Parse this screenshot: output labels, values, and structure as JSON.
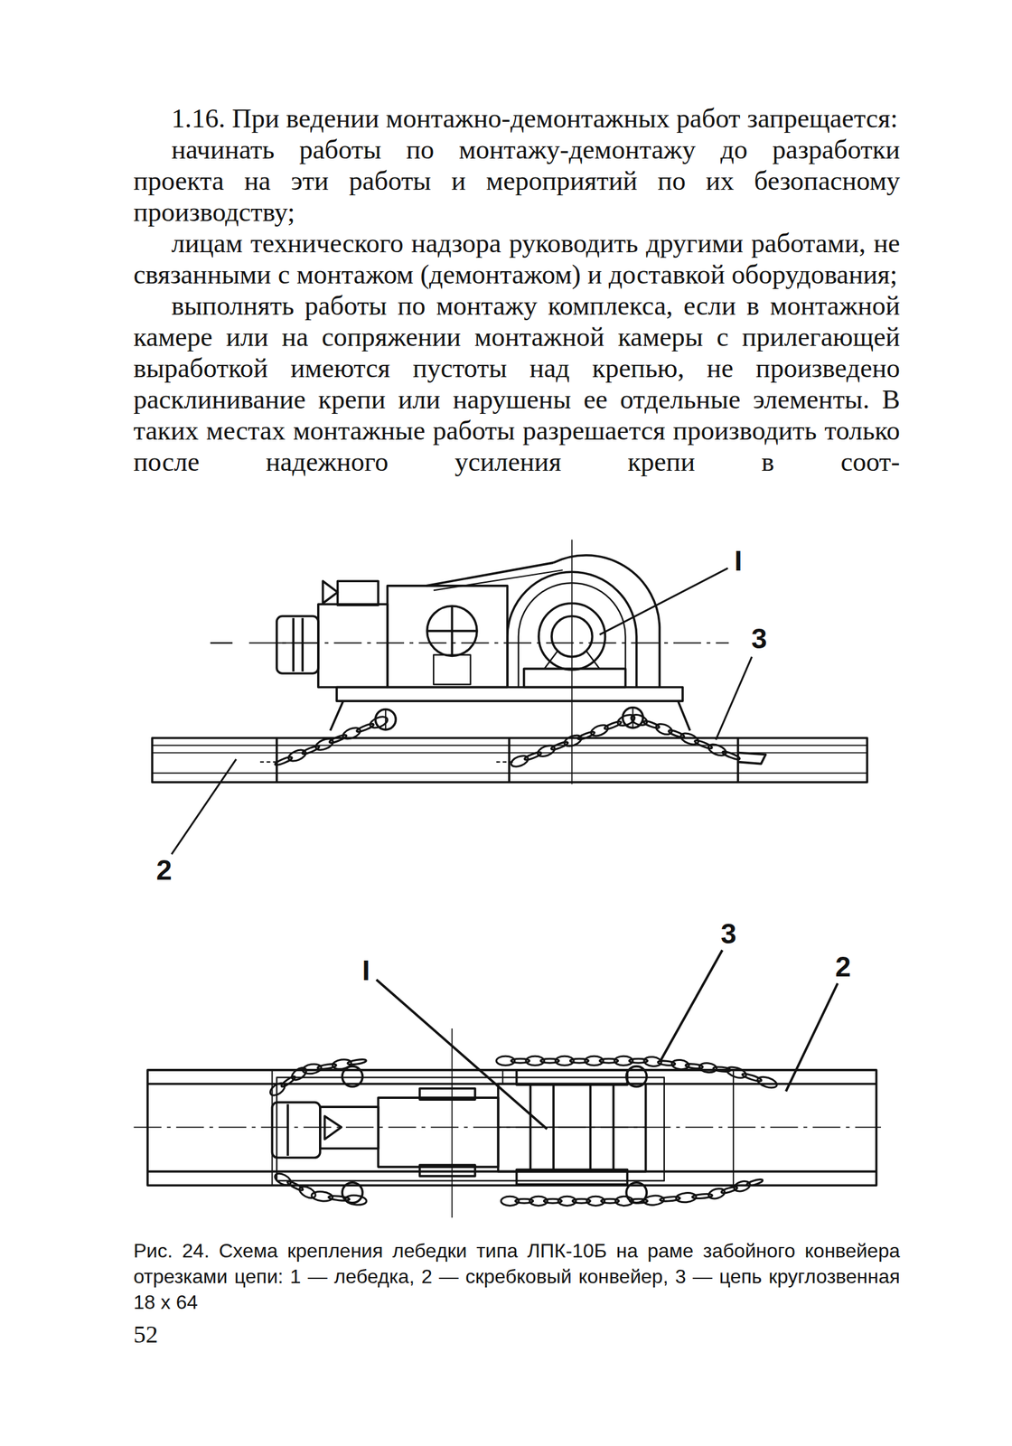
{
  "diagram": {
    "caption": "Рис. 24. Схема крепления лебедки типа ЛПК-10Б на раме забойного конвейера отрезками цепи: 1 — лебедка, 2 — скребковый конвейер, 3 — цепь круглозвенная 18 х 64",
    "labels": [
      "1.16. При ведении монтажно-демонтажных работ запрещается:",
      "начинать работы по монтажу-демонтажу до разработки проекта на эти работы и мероприятий по их безопасному производству;",
      "лицам технического надзора руководить другими работами, не связанными с монтажом (демонтажом) и доставкой оборудования;",
      "выполнять работы по монтажу комплекса, если в монтажной камере или на сопряжении монтажной камеры с прилегающей выработкой имеются пустоты над крепью, не произведено расклинивание крепи или нарушены ее отдельные элементы. В таких местах монтажные работы разрешается производить только после надежного усиления крепи в соот-",
      "I",
      "3",
      "2",
      "I",
      "3",
      "2",
      "52"
    ]
  }
}
